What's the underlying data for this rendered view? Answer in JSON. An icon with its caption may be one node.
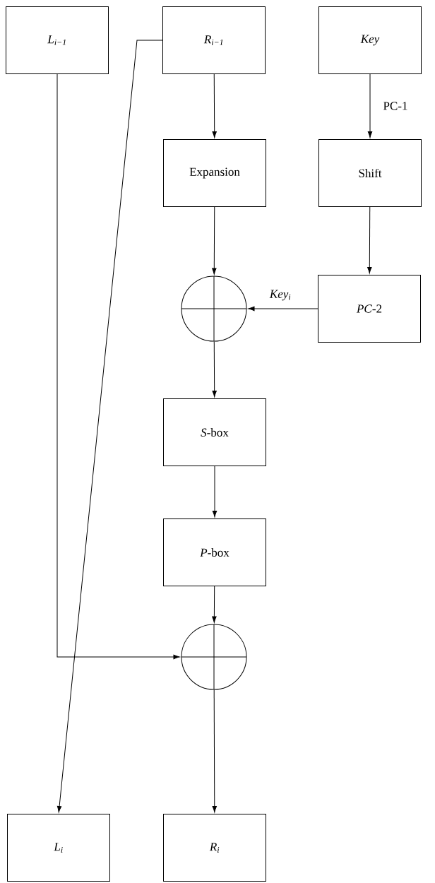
{
  "diagram": {
    "nodes": [
      {
        "text": [
          "L$_{i−1}$"
        ]
      },
      {
        "text": [
          "R$_{i−1}$"
        ]
      },
      {
        "text": [
          "Key"
        ]
      },
      {
        "text": [
          "Expansion"
        ]
      },
      {
        "text": [
          "Shift"
        ]
      },
      {
        "text": [],
        "shape": "circle"
      },
      {
        "text": [
          "*PC*-2"
        ]
      },
      {
        "text": [
          "*S*-box"
        ]
      },
      {
        "text": [
          "*P*-box"
        ]
      },
      {
        "text": [],
        "shape": "circle"
      },
      {
        "text": [
          "L$_{i}$"
        ]
      },
      {
        "text": [
          "R$_{i}$"
        ]
      }
    ],
    "edges": [
      {
        "from": 0,
        "to": 9,
        "arrow": "to"
      },
      {
        "from": 1,
        "to": 10,
        "arrow": "to"
      },
      {
        "from": 1,
        "to": 3,
        "arrow": "to"
      },
      {
        "from": 2,
        "to": 4,
        "arrow": "to",
        "label": "PC-1"
      },
      {
        "from": 3,
        "to": 5,
        "arrow": "to"
      },
      {
        "from": 4,
        "to": 6,
        "arrow": "to"
      },
      {
        "from": 6,
        "to": 5,
        "arrow": "to",
        "label": "Key$_{i}$"
      },
      {
        "from": 5,
        "to": 7,
        "arrow": "to"
      },
      {
        "from": 7,
        "to": 8,
        "arrow": "to"
      },
      {
        "from": 8,
        "to": 9,
        "arrow": "to"
      },
      {
        "from": 9,
        "to": 11,
        "arrow": "to"
      }
    ]
  }
}
